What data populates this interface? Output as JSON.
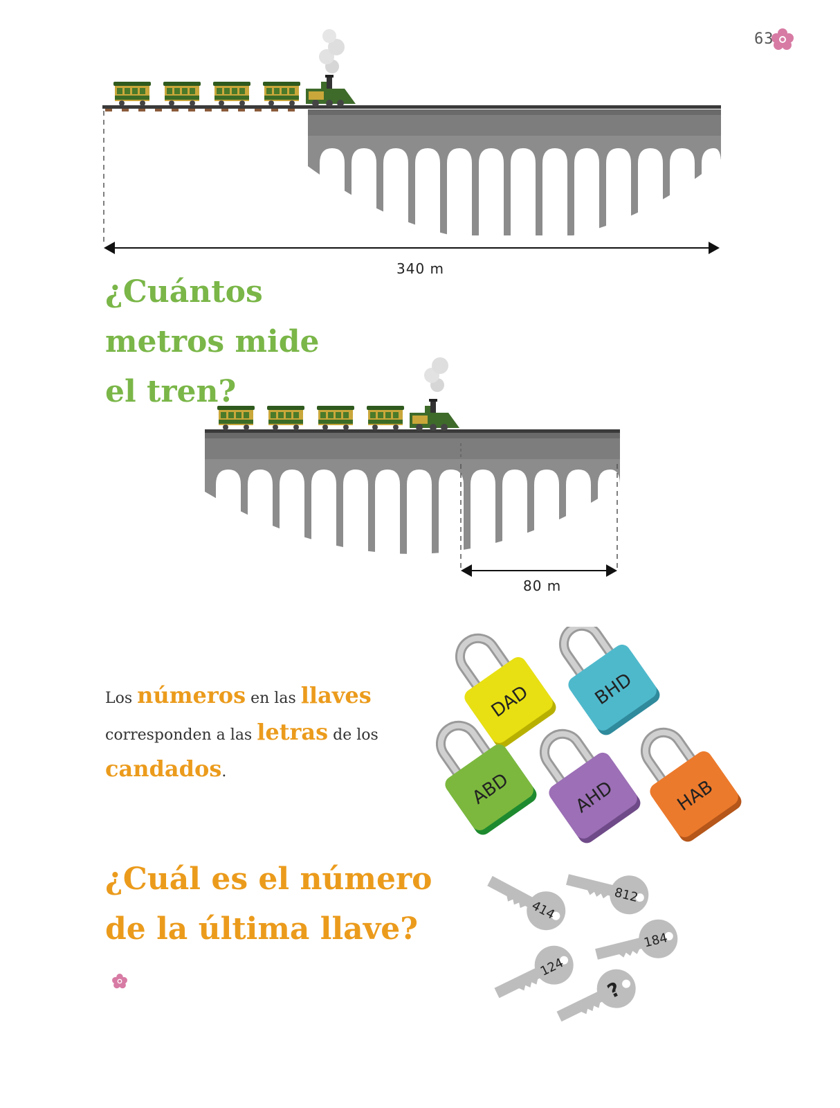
{
  "page": {
    "number": "63"
  },
  "diagram1": {
    "distance_label": "340 m"
  },
  "question1": {
    "lines": [
      "¿Cuántos",
      "metros mide",
      "el tren?"
    ]
  },
  "diagram2": {
    "distance_label": "80 m"
  },
  "statement": {
    "w1": "Los",
    "w2": "números",
    "w3": "en las",
    "w4": "llaves",
    "w5": "corresponden a las",
    "w6": "letras",
    "w7": "de los",
    "w8": "candados",
    "w9": "."
  },
  "padlocks": [
    {
      "label": "DAD",
      "color": "#e8e012"
    },
    {
      "label": "BHD",
      "color": "#4fb9cc"
    },
    {
      "label": "ABD",
      "color": "#7cb83e"
    },
    {
      "label": "AHD",
      "color": "#9c6fb6"
    },
    {
      "label": "HAB",
      "color": "#ec7a2c"
    }
  ],
  "keys": [
    {
      "label": "414"
    },
    {
      "label": "812"
    },
    {
      "label": "184"
    },
    {
      "label": "124"
    },
    {
      "label": "?"
    }
  ],
  "question2": {
    "lines": [
      "¿Cuál es el número",
      "de la última llave?"
    ]
  },
  "colors": {
    "green_heading": "#7ab648",
    "orange_heading": "#eb9b1c",
    "flower": "#d77ba4",
    "bridge": "#7d7d7d",
    "key": "#bdbdbd"
  }
}
